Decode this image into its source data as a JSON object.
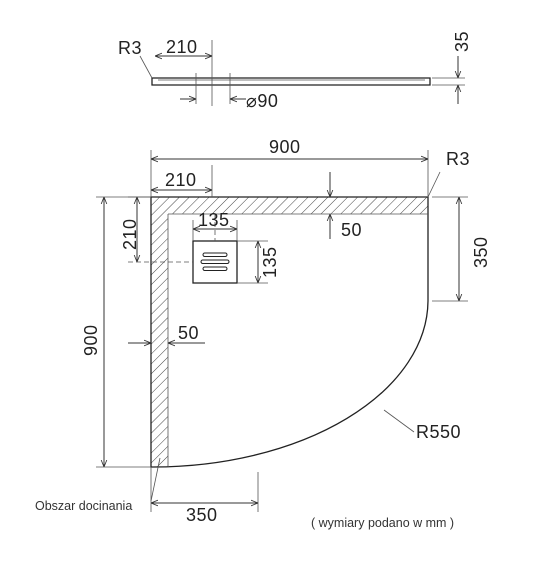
{
  "side_view": {
    "radius_label": "R3",
    "offset_label": "210",
    "height_label": "35",
    "drain_diameter_label": "⌀90"
  },
  "plan_view": {
    "width_label": "900",
    "height_label": "900",
    "corner_radius_label": "R3",
    "drain_offset_x_label": "210",
    "drain_offset_y_label": "210",
    "drain_width_label": "135",
    "drain_height_label": "135",
    "trim_top_label": "50",
    "trim_left_label": "50",
    "right_edge_label": "350",
    "bottom_edge_label": "350",
    "arc_radius_label": "R550",
    "trim_area_label": "Obszar docinania",
    "units_note": "( wymiary podano w mm )"
  }
}
